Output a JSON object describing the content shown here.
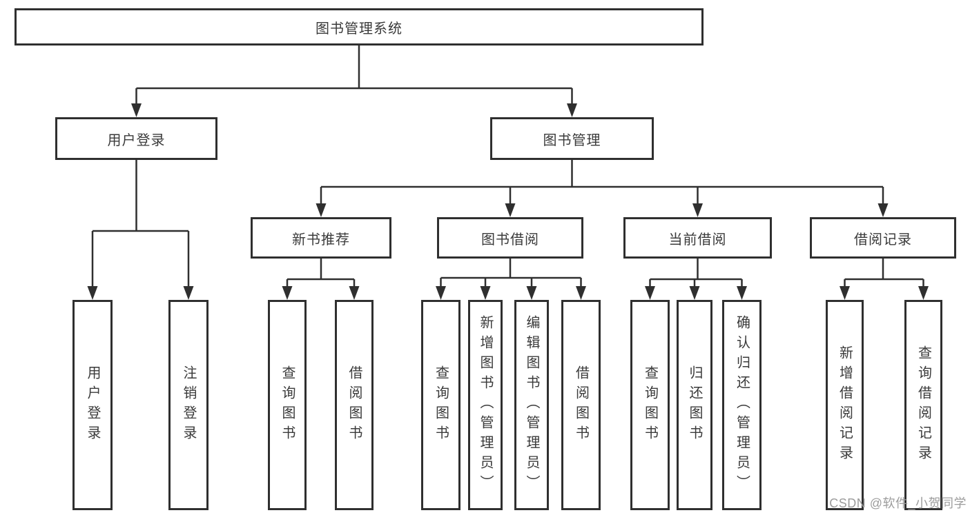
{
  "tree": {
    "root": "图书管理系统",
    "level2": {
      "user_login": "用户登录",
      "book_mgmt": "图书管理"
    },
    "level3": {
      "new_books": "新书推荐",
      "book_borrow": "图书借阅",
      "current_borrow": "当前借阅",
      "borrow_records": "借阅记录"
    },
    "leaves": {
      "login": [
        "用户登录",
        "注销登录"
      ],
      "recommend": [
        "查询图书",
        "借阅图书"
      ],
      "borrow": [
        "查询图书",
        "新增图书（管理员）",
        "编辑图书（管理员）",
        "借阅图书"
      ],
      "current": [
        "查询图书",
        "归还图书",
        "确认归还（管理员）"
      ],
      "records": [
        "新增借阅记录",
        "查询借阅记录"
      ]
    }
  },
  "watermark": "CSDN @软件_小贺同学",
  "colors": {
    "line": "#2f2f2f",
    "text": "#3a3a3a",
    "watermark": "#9c9c9c",
    "background": "#ffffff"
  }
}
